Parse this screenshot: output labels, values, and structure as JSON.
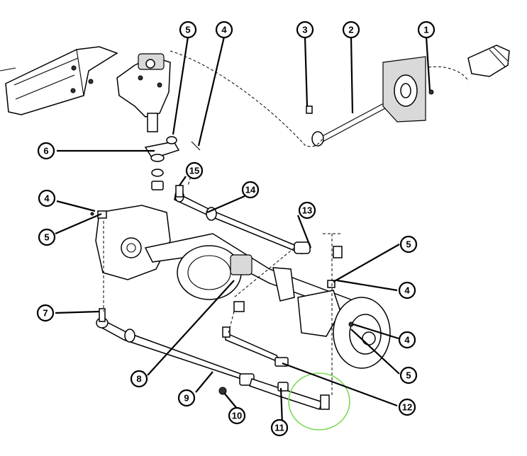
{
  "callouts": [
    {
      "label": "1"
    },
    {
      "label": "2"
    },
    {
      "label": "3"
    },
    {
      "label": "5"
    },
    {
      "label": "4"
    },
    {
      "label": "6"
    },
    {
      "label": "15"
    },
    {
      "label": "14"
    },
    {
      "label": "13"
    },
    {
      "label": "4"
    },
    {
      "label": "5"
    },
    {
      "label": "5"
    },
    {
      "label": "4"
    },
    {
      "label": "4"
    },
    {
      "label": "7"
    },
    {
      "label": "5"
    },
    {
      "label": "8"
    },
    {
      "label": "9"
    },
    {
      "label": "10"
    },
    {
      "label": "11"
    },
    {
      "label": "12"
    }
  ],
  "highlight_color": "#7ed957"
}
